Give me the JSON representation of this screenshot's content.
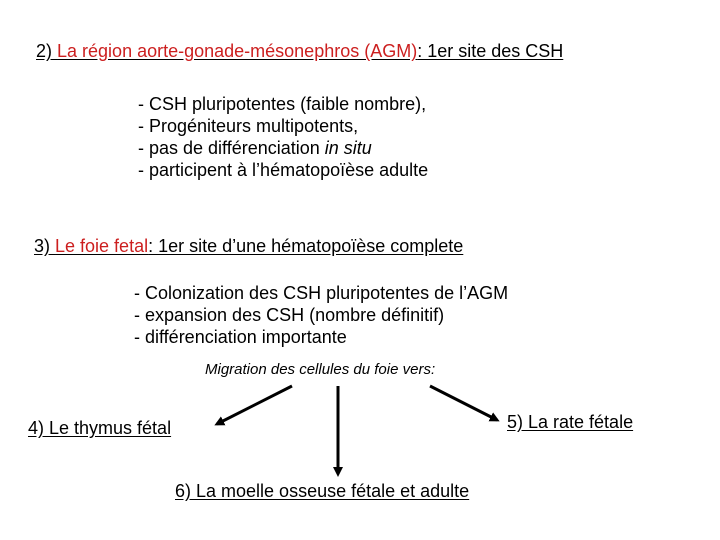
{
  "section2": {
    "number": "2) ",
    "title_red": "La région aorte-gonade-mésonephros (AGM)",
    "title_rest": ": 1er site des CSH",
    "bullets": [
      "- CSH pluripotentes (faible nombre),",
      "- Progéniteurs multipotents,",
      "- pas de différenciation ",
      "- participent à l’hématopoïèse adulte"
    ],
    "bullet3_italic": "in situ"
  },
  "section3": {
    "number": "3) ",
    "title_red": "Le foie fetal",
    "title_rest": ": 1er site d’une hématopoïèse complete",
    "bullets": [
      "- Colonization des CSH pluripotentes de l’AGM",
      "- expansion des CSH (nombre définitif)",
      "- différenciation importante"
    ]
  },
  "migration_label": "Migration des cellules du foie vers:",
  "destinations": {
    "thymus": "4) Le thymus fétal",
    "rate": "5) La rate fétale",
    "moelle": "6) La moelle osseuse fétale et adulte"
  },
  "colors": {
    "accent": "#cc1f1f",
    "text": "#000000",
    "background": "#ffffff"
  }
}
